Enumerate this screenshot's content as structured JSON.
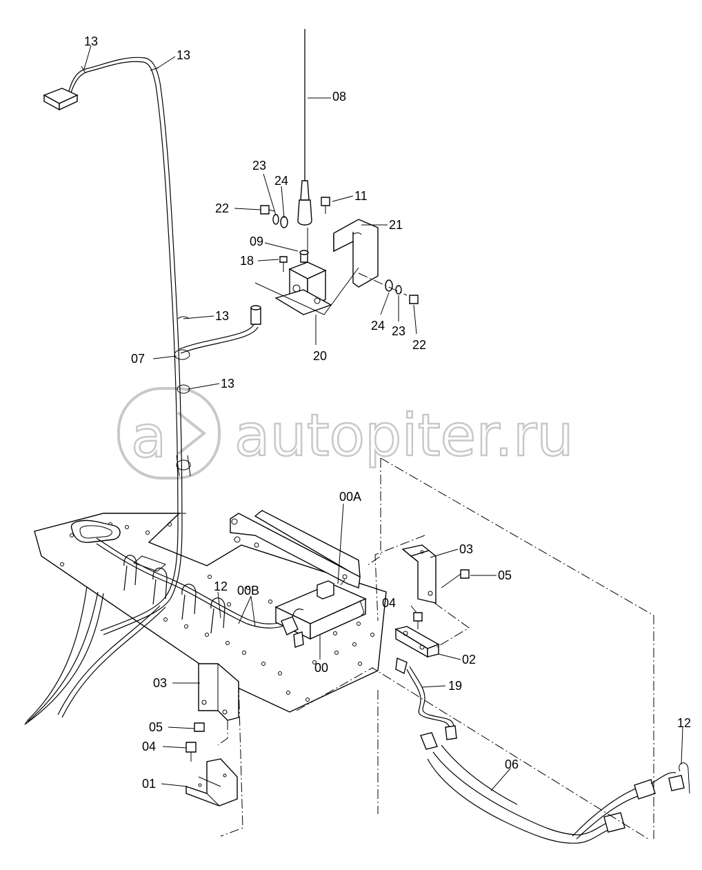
{
  "watermark": {
    "logo_letter": "a",
    "text": "autopiter.ru",
    "color": "#c8c8c8"
  },
  "labels": {
    "l13a": "13",
    "l13b": "13",
    "l08": "08",
    "l23a": "23",
    "l24a": "24",
    "l11": "11",
    "l22a": "22",
    "l21": "21",
    "l09": "09",
    "l18": "18",
    "l24b": "24",
    "l23b": "23",
    "l22b": "22",
    "l13c": "13",
    "l07": "07",
    "l20": "20",
    "l13d": "13",
    "l00A": "00A",
    "l03a": "03",
    "l05a": "05",
    "l12a": "12",
    "l00B": "00B",
    "l04a": "04",
    "l02": "02",
    "l00": "00",
    "l03b": "03",
    "l19": "19",
    "l05b": "05",
    "l04b": "04",
    "l06": "06",
    "l12b": "12",
    "l01": "01"
  },
  "icons": {
    "watermark_logo": "circled-a-arrow-icon"
  }
}
